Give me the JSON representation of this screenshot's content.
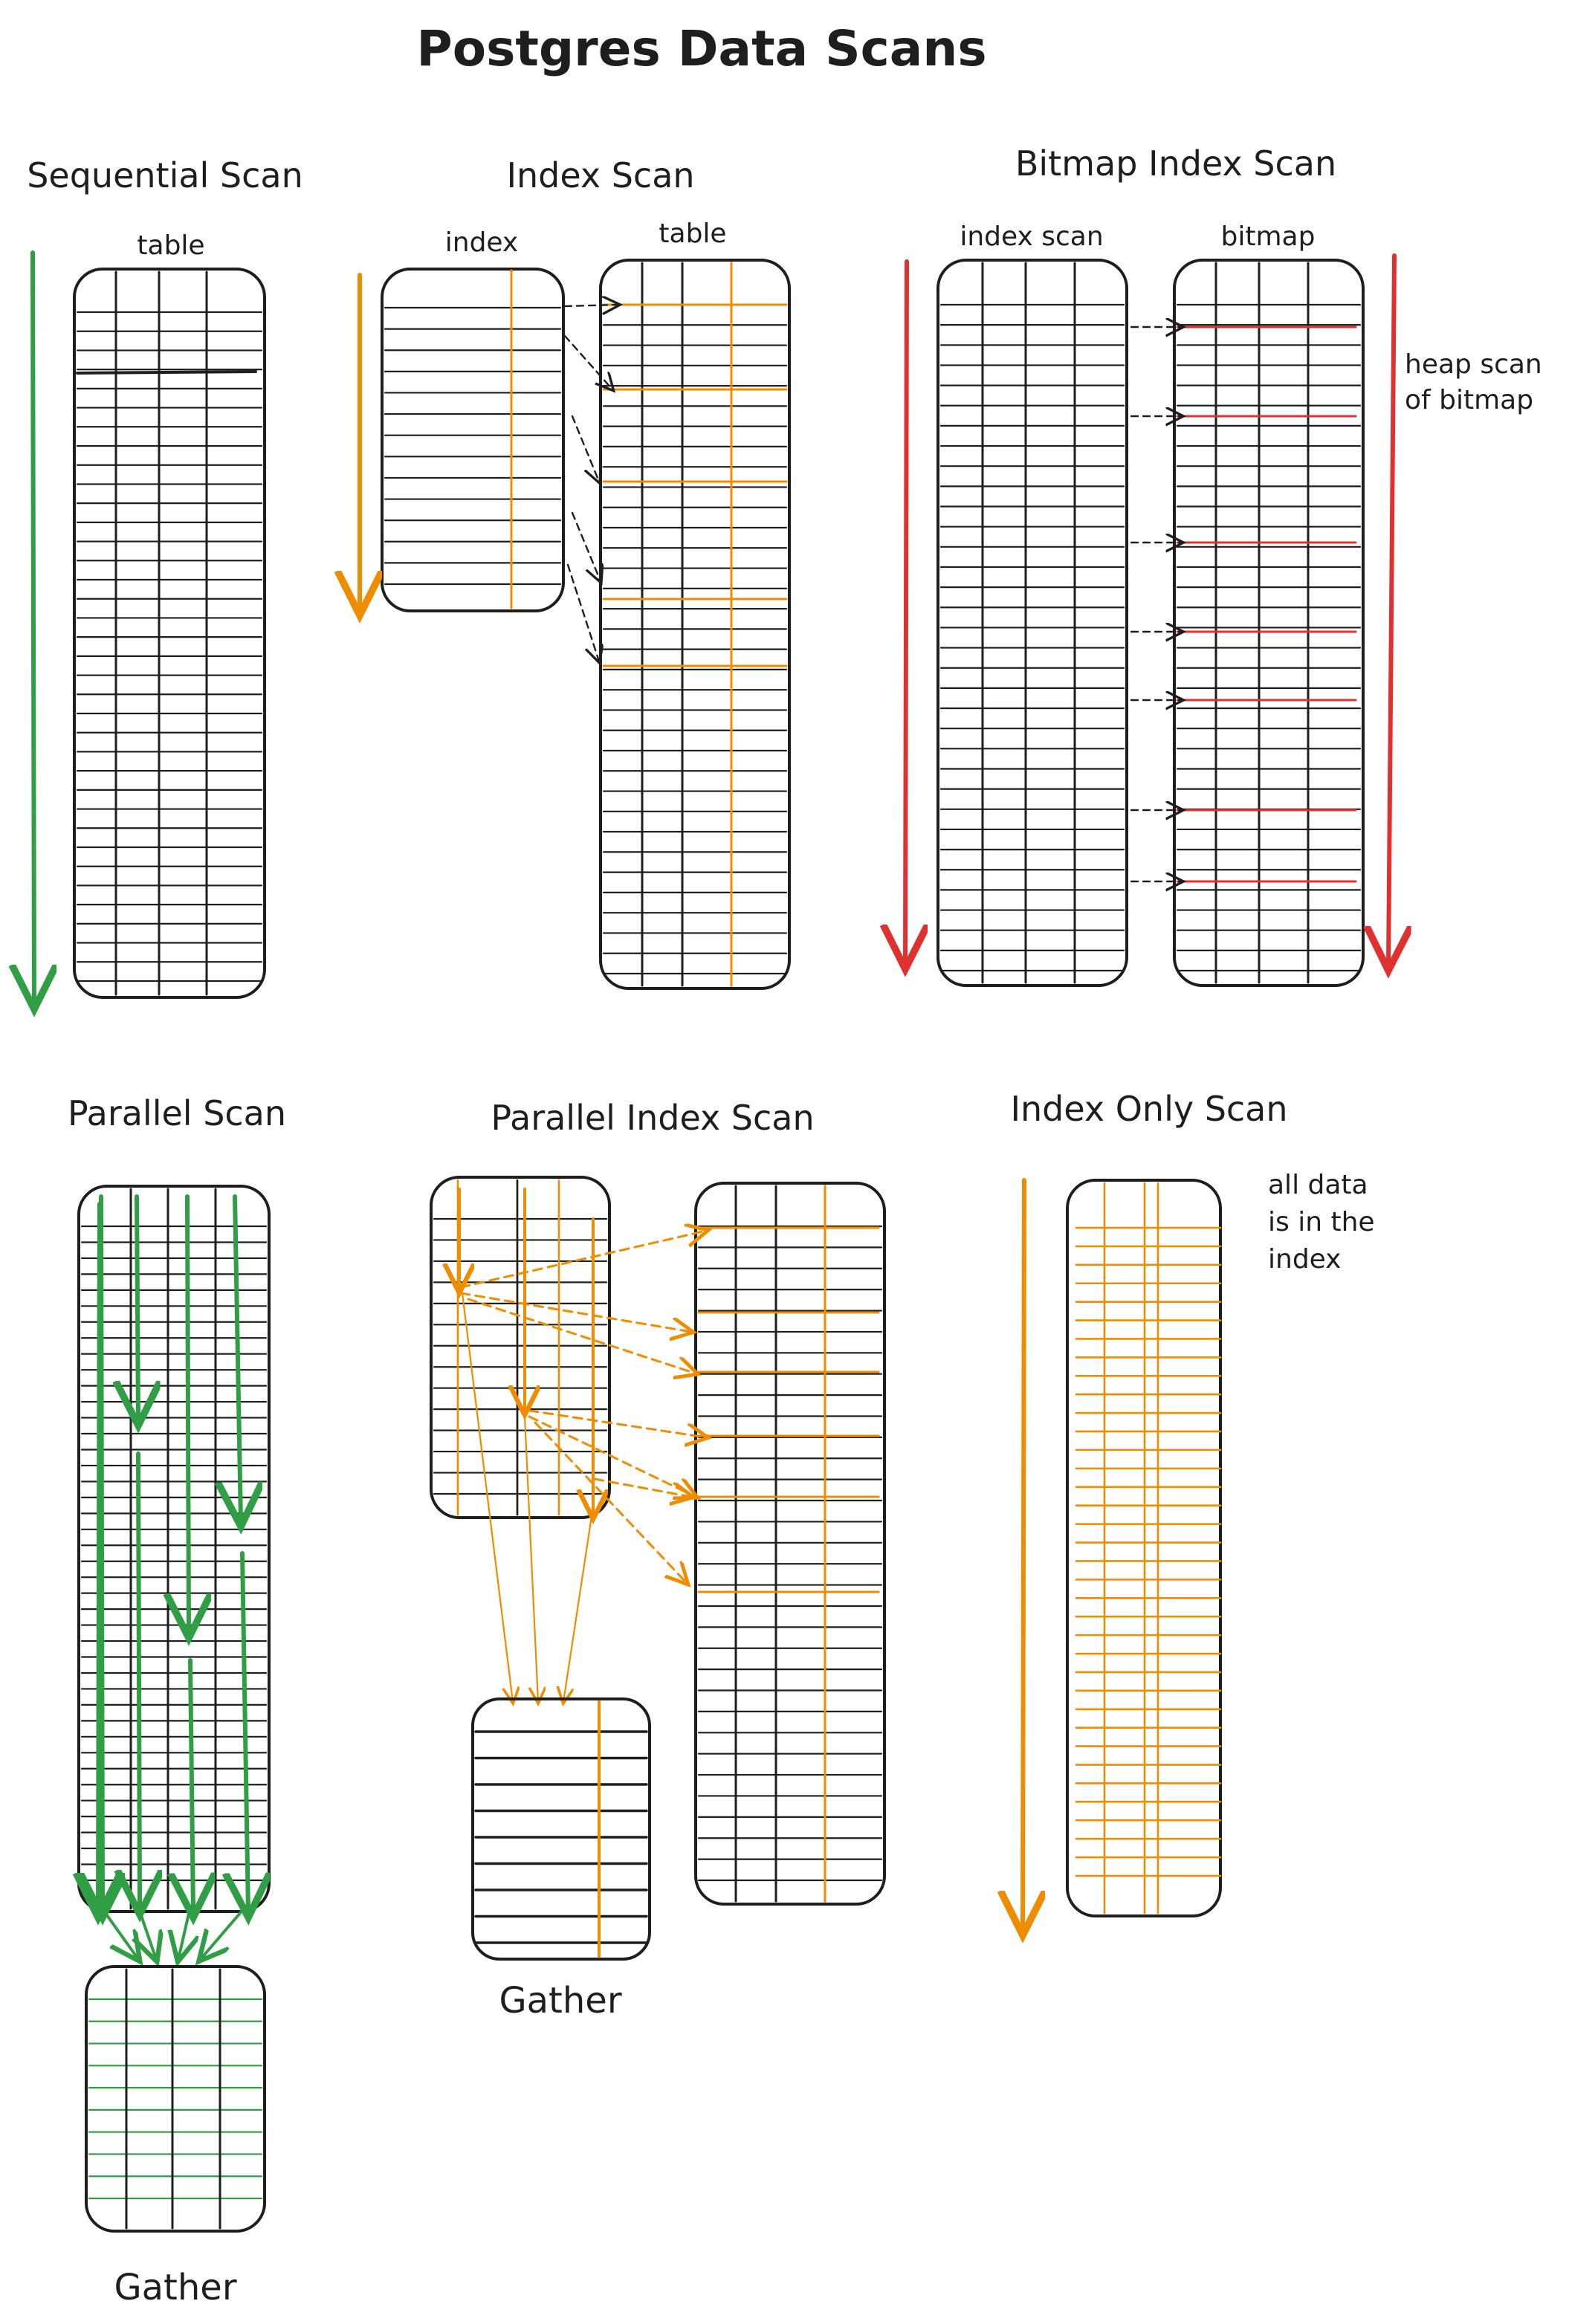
{
  "title": "Postgres Data Scans",
  "colors": {
    "ink": "#1e1e1e",
    "green": "#2f9e44",
    "orange": "#f08c00",
    "red": "#e03131",
    "background": "#ffffff"
  },
  "sections": {
    "sequential": {
      "heading": "Sequential Scan",
      "table_label": "table"
    },
    "index": {
      "heading": "Index Scan",
      "index_label": "index",
      "table_label": "table"
    },
    "bitmap": {
      "heading": "Bitmap Index Scan",
      "index_label": "index scan",
      "bitmap_label": "bitmap",
      "note_line1": "heap scan",
      "note_line2": "of bitmap"
    },
    "parallel": {
      "heading": "Parallel Scan",
      "gather_label": "Gather"
    },
    "parallel_index": {
      "heading": "Parallel Index Scan",
      "gather_label": "Gather"
    },
    "index_only": {
      "heading": "Index Only Scan",
      "note_line1": "all data",
      "note_line2": "is in the",
      "note_line3": "index"
    }
  }
}
